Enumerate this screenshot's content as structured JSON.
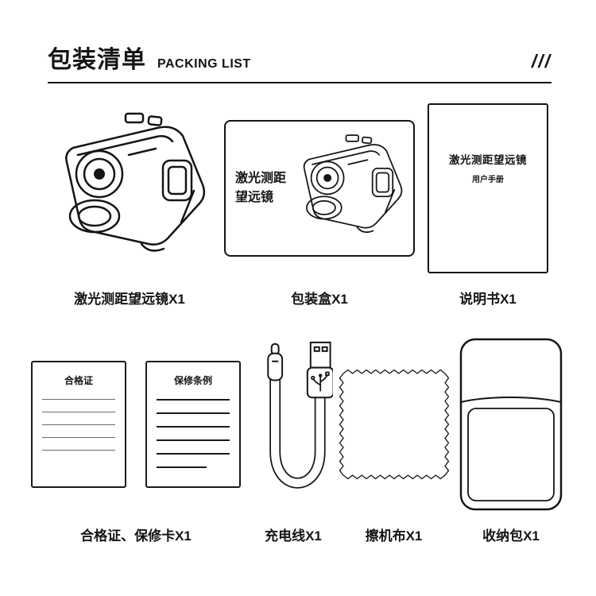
{
  "header": {
    "title_cn": "包装清单",
    "title_en": "PACKING LIST",
    "decor": "///"
  },
  "items": {
    "rangefinder": {
      "caption": "激光测距望远镜X1"
    },
    "box": {
      "caption": "包装盒X1",
      "print_line1": "激光测距",
      "print_line2": "望远镜"
    },
    "manual": {
      "caption": "说明书X1",
      "title": "激光测距望远镜",
      "subtitle": "用户手册"
    },
    "cards": {
      "caption": "合格证、保修卡X1",
      "card1_title": "合格证",
      "card2_title": "保修条例"
    },
    "cable": {
      "caption": "充电线X1"
    },
    "cloth": {
      "caption": "擦机布X1"
    },
    "pouch": {
      "caption": "收纳包X1"
    }
  },
  "colors": {
    "ink": "#151515",
    "background": "#ffffff"
  }
}
